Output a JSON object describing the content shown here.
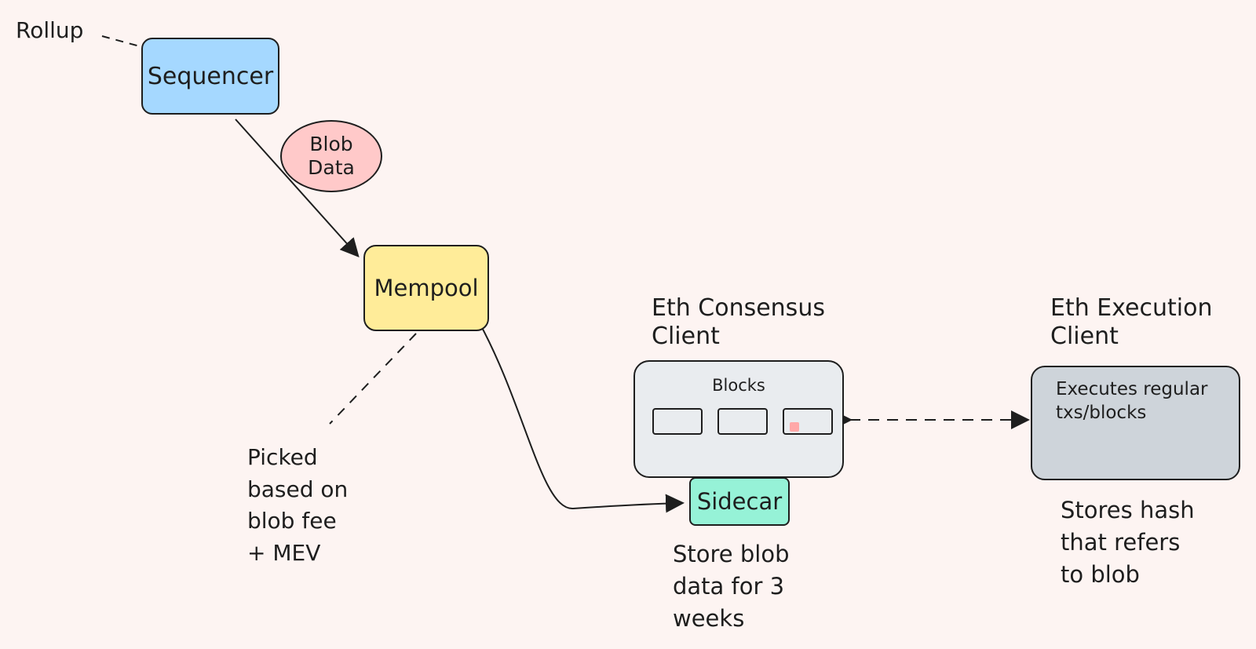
{
  "nodes": {
    "sequencer": "Sequencer",
    "mempool": "Mempool",
    "blob_data": "Blob\nData",
    "blocks": "Blocks",
    "execution_box_text": "Executes regular\ntxs/blocks",
    "sidecar": "Sidecar"
  },
  "labels": {
    "rollup": "Rollup",
    "consensus_client": "Eth Consensus\nClient",
    "execution_client": "Eth Execution\nClient",
    "mempool_note": "Picked\nbased on\nblob fee\n+ MEV",
    "sidecar_note": "Store blob\ndata for 3\nweeks",
    "execution_note": "Stores hash\nthat refers\nto blob"
  },
  "colors": {
    "background": "#fdf4f2",
    "sequencer": "#a5d8ff",
    "mempool": "#ffec99",
    "blob_data": "#ffc9c9",
    "consensus_client": "#e9ecef",
    "execution_client": "#ced4da",
    "sidecar": "#96f2d7",
    "marker": "#ffa8a8"
  }
}
